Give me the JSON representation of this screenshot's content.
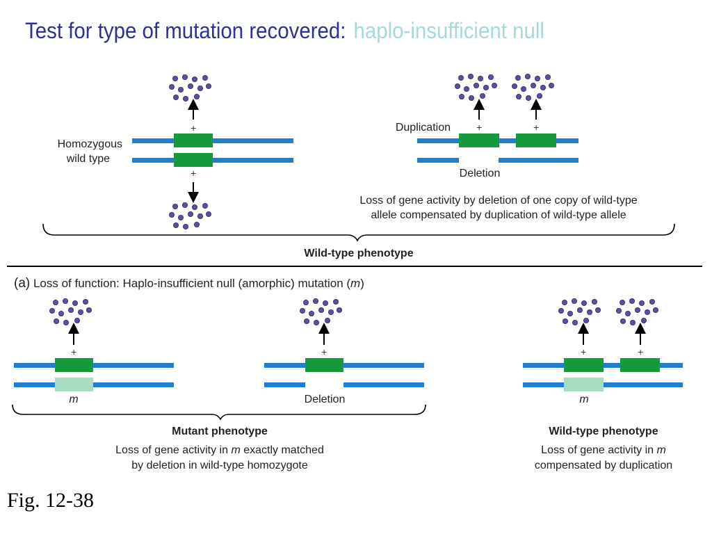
{
  "title": {
    "main": "Test for type of mutation recovered:",
    "sub": "haplo-insufficient null"
  },
  "top": {
    "left_label": [
      "Homozygous",
      "wild type"
    ],
    "allele_plus": "+",
    "duplication_label": "Duplication",
    "deletion_label": "Deletion",
    "caption": [
      "Loss of gene activity by deletion of one copy of wild-type",
      "allele compensated by duplication of wild-type allele"
    ],
    "phenotype": "Wild-type phenotype"
  },
  "panel_a": {
    "heading_prefix": "(a)",
    "heading": "Loss of function: Haplo-insufficient null (amorphic) mutation (",
    "heading_m": "m",
    "heading_close": ")",
    "allele_plus": "+",
    "m_label": "m",
    "deletion_label": "Deletion",
    "mutant_phenotype": "Mutant phenotype",
    "mutant_caption": [
      "Loss of gene activity in ",
      "m",
      " exactly matched",
      "by deletion in wild-type homozygote"
    ],
    "wt_phenotype": "Wild-type phenotype",
    "wt_caption": [
      "Loss of gene activity in ",
      "m",
      "compensated by duplication"
    ]
  },
  "figure_label": "Fig. 12-38",
  "colors": {
    "title": "#2e3192",
    "subtitle": "#a8d8d8",
    "chromosome": "#1e7fd0",
    "gene": "#149a3c",
    "mutant_gene": "#a8dcc0",
    "product": "#5b4fa0"
  }
}
